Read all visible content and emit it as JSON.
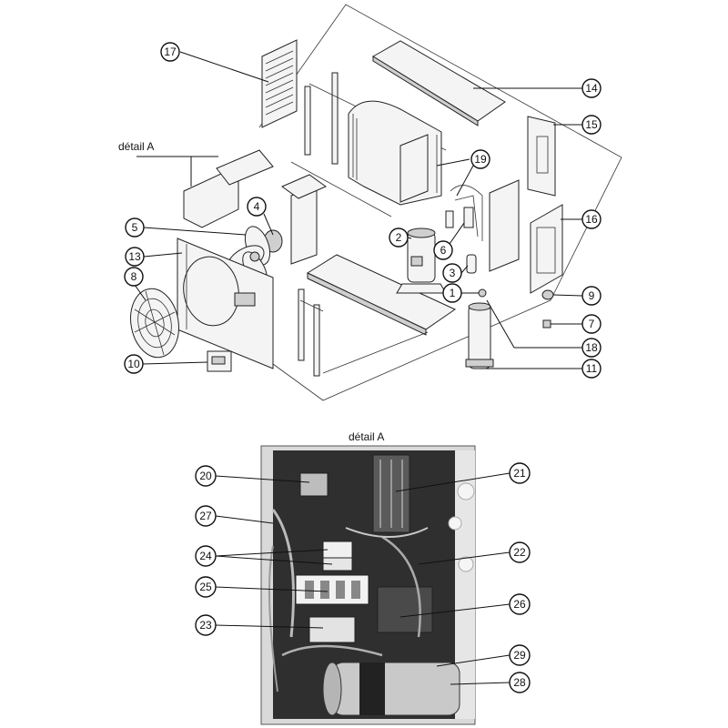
{
  "labels": {
    "detail_top": "détail A",
    "detail_photo": "détail A"
  },
  "callouts": [
    {
      "n": "1"
    },
    {
      "n": "2"
    },
    {
      "n": "3"
    },
    {
      "n": "4"
    },
    {
      "n": "5"
    },
    {
      "n": "6"
    },
    {
      "n": "7"
    },
    {
      "n": "8"
    },
    {
      "n": "9"
    },
    {
      "n": "10"
    },
    {
      "n": "11"
    },
    {
      "n": "13"
    },
    {
      "n": "14"
    },
    {
      "n": "15"
    },
    {
      "n": "16"
    },
    {
      "n": "17"
    },
    {
      "n": "18"
    },
    {
      "n": "19"
    },
    {
      "n": "20"
    },
    {
      "n": "21"
    },
    {
      "n": "22"
    },
    {
      "n": "23"
    },
    {
      "n": "24"
    },
    {
      "n": "25"
    },
    {
      "n": "26"
    },
    {
      "n": "27"
    },
    {
      "n": "28"
    },
    {
      "n": "29"
    }
  ]
}
